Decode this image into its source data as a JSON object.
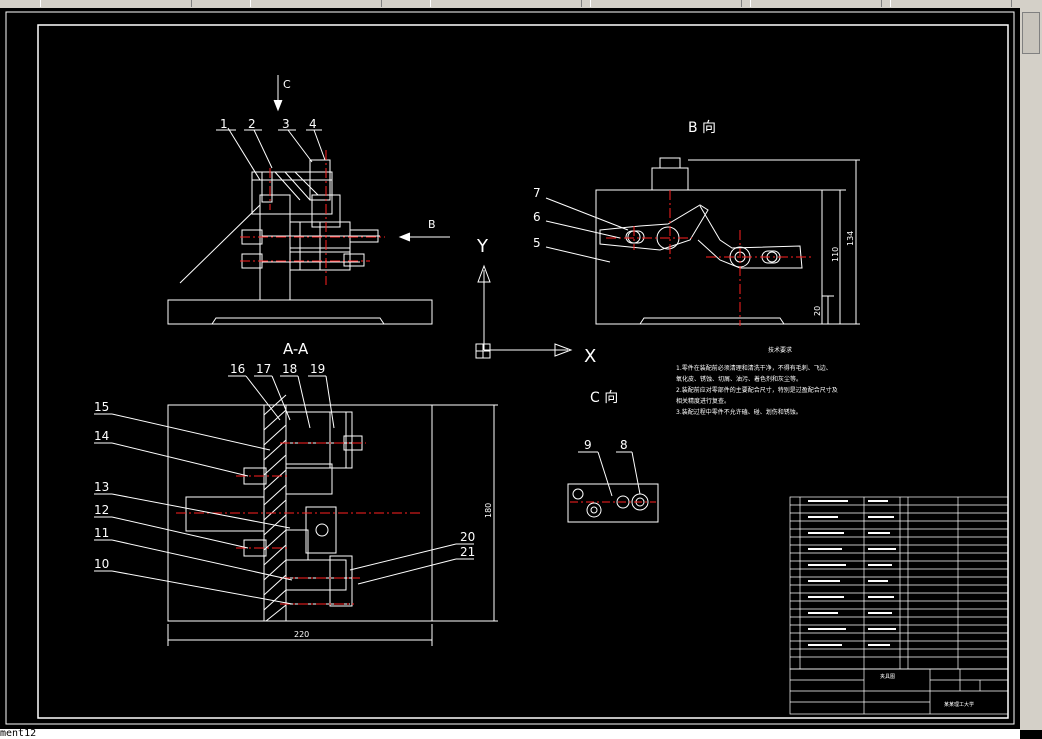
{
  "command_line": "ment12",
  "views": {
    "front_section_label": "A-A",
    "b_view_label": "B 向",
    "c_view_label": "C 向",
    "arrow_c": "C",
    "arrow_b": "B"
  },
  "ucs": {
    "x": "X",
    "y": "Y"
  },
  "part_numbers": [
    "1",
    "2",
    "3",
    "4",
    "5",
    "6",
    "7",
    "8",
    "9",
    "10",
    "11",
    "12",
    "13",
    "14",
    "15",
    "16",
    "17",
    "18",
    "19",
    "20",
    "21"
  ],
  "dimensions": {
    "width_220": "220",
    "height_180": "180",
    "b_height_134": "134",
    "b_height_110": "110",
    "b_base_20": "20"
  },
  "notes": {
    "title": "技术要求",
    "lines": [
      "1.零件在装配前必须清理和清洗干净，不得有毛刺、飞边、",
      "氧化皮、锈蚀、切屑、油污、着色剂和灰尘等。",
      "2.装配前应对零部件的主要配合尺寸，特别是过盈配合尺寸及",
      "相关精度进行复查。",
      "3.装配过程中零件不允许磕、碰、划伤和锈蚀。"
    ]
  },
  "title_block": {
    "school": "某某理工大学",
    "drawing_name": "夹具图"
  },
  "colors": {
    "line": "#ffffff",
    "center": "#ff2020",
    "frame": "#ffffff",
    "chrome": "#d4d0c8"
  }
}
